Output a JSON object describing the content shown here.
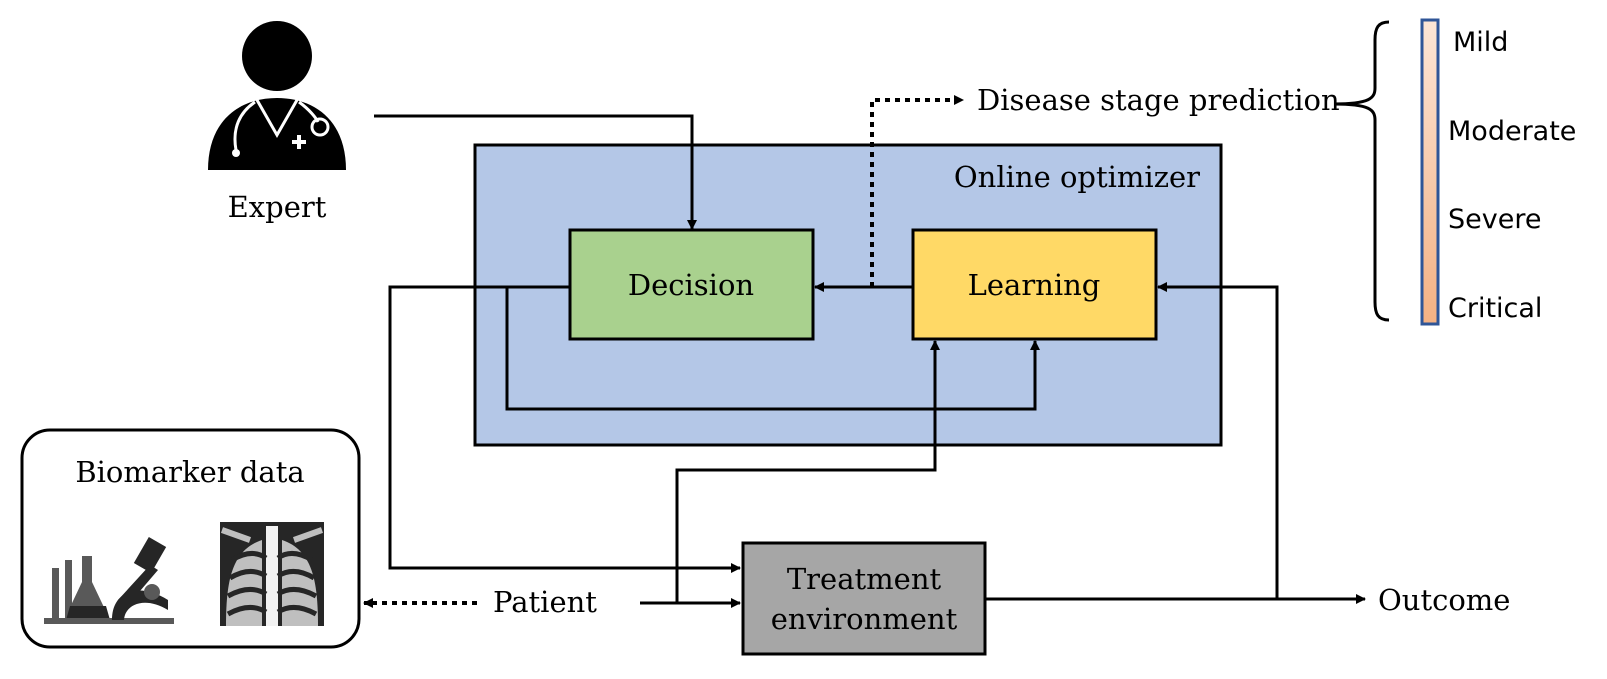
{
  "expert": {
    "label": "Expert"
  },
  "optimizer": {
    "title": "Online optimizer"
  },
  "decision": {
    "label": "Decision"
  },
  "learning": {
    "label": "Learning"
  },
  "prediction": {
    "label": "Disease stage prediction"
  },
  "stages": [
    {
      "label": "Mild"
    },
    {
      "label": "Moderate"
    },
    {
      "label": "Severe"
    },
    {
      "label": "Critical"
    }
  ],
  "biomarker": {
    "title": "Biomarker data"
  },
  "patient": {
    "label": "Patient"
  },
  "treatment": {
    "line1": "Treatment",
    "line2": "environment"
  },
  "outcome": {
    "label": "Outcome"
  },
  "colors": {
    "optimizer_fill": "#b4c7e7",
    "decision_fill": "#a9d18e",
    "learning_fill": "#ffd966",
    "treatment_fill": "#a6a6a6",
    "stage_bar_top": "#fbe5d6",
    "stage_bar_bottom": "#f4b183",
    "stage_bar_border": "#2f5597"
  }
}
